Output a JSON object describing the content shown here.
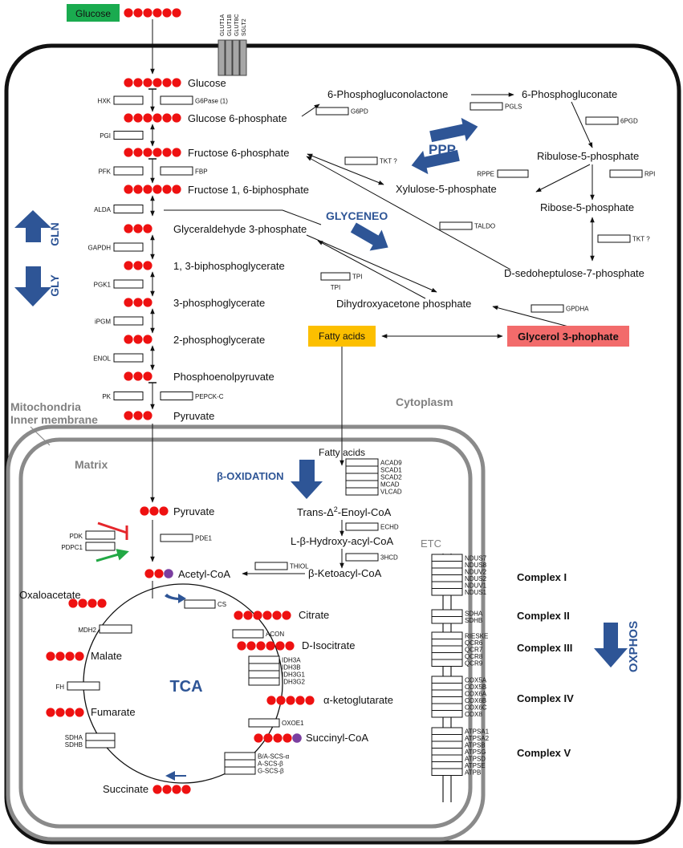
{
  "glucose_ext": {
    "label": "Glucose",
    "color": "#1aab4f"
  },
  "transporter_labels": [
    "GLUT1A",
    "GLUT1B",
    "GLUT8C",
    "SGLT2"
  ],
  "glycolysis": {
    "metabolites": [
      {
        "name": "Glucose",
        "carbons": 6
      },
      {
        "name": "Glucose 6-phosphate",
        "carbons": 6
      },
      {
        "name": "Fructose 6-phosphate",
        "carbons": 6
      },
      {
        "name": "Fructose 1, 6-biphosphate",
        "carbons": 6
      },
      {
        "name": "Glyceraldehyde 3-phosphate",
        "carbons": 3
      },
      {
        "name": "1, 3-biphosphoglycerate",
        "carbons": 3
      },
      {
        "name": "3-phosphoglycerate",
        "carbons": 3
      },
      {
        "name": "2-phosphoglycerate",
        "carbons": 3
      },
      {
        "name": "Phosphoenolpyruvate",
        "carbons": 3
      },
      {
        "name": "Pyruvate",
        "carbons": 3
      }
    ],
    "left_enzymes": [
      "HXK",
      "PGI",
      "PFK",
      "ALDA",
      "GAPDH",
      "PGK1",
      "iPGM",
      "ENOL",
      "PK"
    ],
    "right_enzymes": [
      "G6Pase (1)",
      "",
      "FBP",
      "",
      "",
      "",
      "",
      "",
      "PEPCK-C"
    ]
  },
  "ppp": {
    "label": "PPP",
    "metabolites": {
      "lactone": "6-Phosphogluconolactone",
      "gluconate": "6-Phosphogluconate",
      "ribulose": "Ribulose-5-phosphate",
      "xylulose": "Xylulose-5-phosphate",
      "ribose": "Ribose-5-phosphate",
      "sedo": "D-sedoheptulose-7-phosphate"
    },
    "enzymes": {
      "g6pd": "G6PD",
      "pgls": "PGLS",
      "pgd": "6PGD",
      "tkt1": "TKT ?",
      "rppe": "RPPE",
      "rpi": "RPI",
      "taldo": "TALDO",
      "tkt2": "TKT ?"
    }
  },
  "glyceneo": {
    "label": "GLYCENEO",
    "dhap": "Dihydroxyacetone phosphate",
    "tpi": "TPI",
    "gpdha": "GPDHA",
    "fatty_acids": "Fatty acids",
    "glycerol": "Glycerol 3-phophate",
    "fatty_color": "#fcbf00",
    "glycerol_color": "#f26b6b"
  },
  "side_labels": {
    "gln": "GLN",
    "gly": "GLY"
  },
  "compartments": {
    "cytoplasm": "Cytoplasm",
    "mito_line1": "Mitochondria",
    "mito_line2": "Inner membrane",
    "matrix": "Matrix",
    "etc": "ETC"
  },
  "beta_ox": {
    "label": "β-OXIDATION",
    "fatty_acids": "Fatty acids",
    "enoyl_a": "Trans-Δ",
    "enoyl_sup": "2",
    "enoyl_b": "-Enoyl-CoA",
    "hydroxy": "L-β-Hydroxy-acyl-CoA",
    "keto": "β-Ketoacyl-CoA",
    "acyl_enzymes": [
      "ACAD9",
      "SCAD1",
      "SCAD2",
      "MCAD",
      "VLCAD"
    ],
    "echd": "ECHD",
    "hcd": "3HCD",
    "thiol": "THIOL"
  },
  "mito_entry": {
    "pyruvate": "Pyruvate",
    "pde1": "PDE1",
    "pdk": "PDK",
    "pdpc1": "PDPC1",
    "acetyl": "Acetyl-CoA"
  },
  "tca": {
    "label": "TCA",
    "oxaloacetate": "Oxaloacetate",
    "citrate": "Citrate",
    "isocitrate": "D-Isocitrate",
    "akg": "α-ketoglutarate",
    "succinyl": "Succinyl-CoA",
    "succinate": "Succinate",
    "fumarate": "Fumarate",
    "malate": "Malate",
    "cs": "CS",
    "aconitase": "ACON",
    "idh": [
      "IDH3A",
      "IDH3B",
      "IDH3G1",
      "IDH3G2"
    ],
    "oxoe1": "OXOE1",
    "scs": [
      "B/A-SCS-α",
      "A-SCS-β",
      "G-SCS-β"
    ],
    "sdh": [
      "SDHA",
      "SDHB"
    ],
    "fh": "FH",
    "mdh2": "MDH2"
  },
  "etc": {
    "oxphos": "OXPHOS",
    "complexes": [
      {
        "name": "Complex I",
        "subunits": [
          "NDUS7",
          "NDUS8",
          "NDUV2",
          "NDUS2",
          "NDUV1",
          "NDUS1"
        ]
      },
      {
        "name": "Complex II",
        "subunits": [
          "SDHA",
          "SDHB"
        ]
      },
      {
        "name": "Complex III",
        "subunits": [
          "RIESKE",
          "QCR6",
          "QCR7",
          "QCR8",
          "QCR9"
        ]
      },
      {
        "name": "Complex IV",
        "subunits": [
          "COX5A",
          "COX5B",
          "COX6A",
          "COX6B",
          "COX6C",
          "COX8"
        ]
      },
      {
        "name": "Complex V",
        "subunits": [
          "ATPSA1",
          "ATPSA2",
          "ATPSB",
          "ATPSG",
          "ATPSD",
          "ATPSE",
          "ATPB"
        ]
      }
    ]
  },
  "colors": {
    "carbon": "#ee1111",
    "coa": "#7b3fa0",
    "arrow_blue": "#2e5596",
    "label_blue": "#2e5596",
    "inhibit": "#e5262b",
    "activate": "#22a845",
    "gray": "#808080"
  }
}
